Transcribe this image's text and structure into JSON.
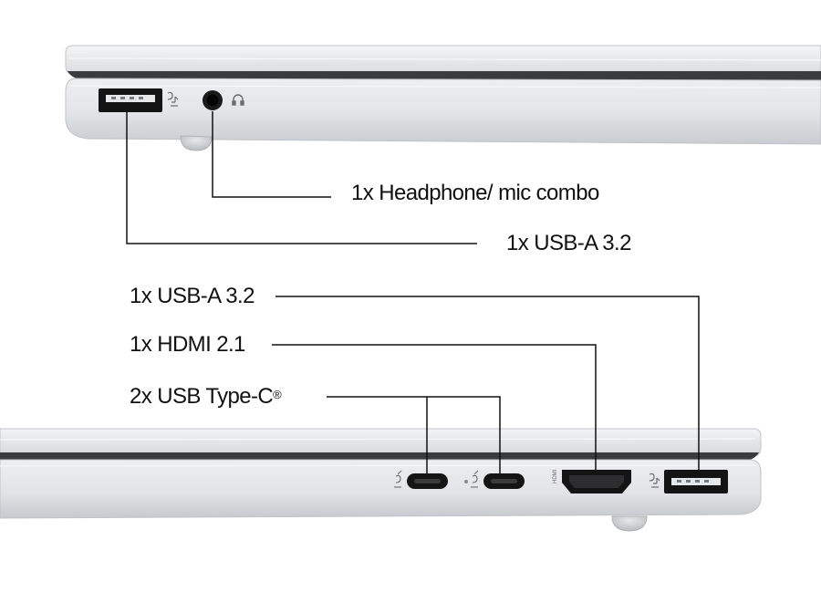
{
  "colors": {
    "background": "#ffffff",
    "chassis_light": "#e9eaec",
    "chassis_mid": "#d6d8db",
    "chassis_dark": "#b9bcc0",
    "port_black": "#141414",
    "leader_line": "#111111",
    "label_text": "#111111"
  },
  "top_view": {
    "ports": [
      "usb-a-port",
      "headphone-jack"
    ],
    "icons": [
      "superspeed-usb-icon",
      "headphone-icon"
    ]
  },
  "bottom_view": {
    "ports": [
      "usb-c-port",
      "usb-c-port",
      "hdmi-port",
      "usb-a-port"
    ],
    "icons": [
      "superspeed-usb-c-icon",
      "superspeed-usb-c-icon",
      "hdmi-icon",
      "superspeed-usb-icon"
    ],
    "markings": {
      "hdmi_text": "HDMI"
    }
  },
  "callouts": {
    "headphone": "1x Headphone/ mic combo",
    "usb_a_left": "1x USB-A 3.2",
    "usb_a_right": "1x USB-A 3.2",
    "hdmi": "1x HDMI 2.1",
    "usb_c": "2x USB Type-C",
    "usb_c_mark": "®"
  }
}
